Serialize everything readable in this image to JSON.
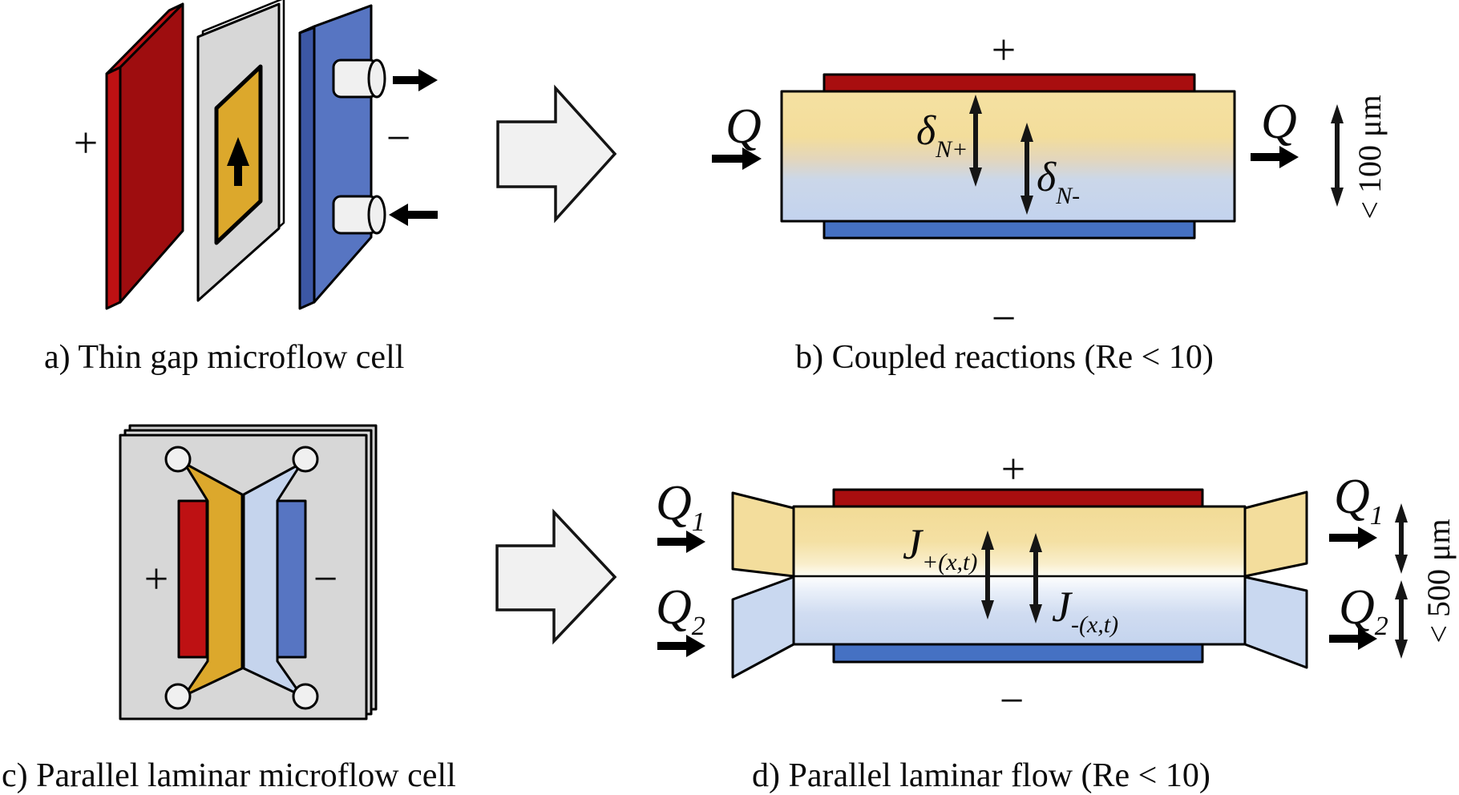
{
  "colors": {
    "red_dark": "#9E0D0F",
    "red_bright": "#BE1113",
    "red_electrode": "#A80E0F",
    "blue_electrode": "#4571C3",
    "blue_plate_front": "#5775C2",
    "blue_plate_side": "#3C57A5",
    "blue_plate_top": "#A3B6E3",
    "gold": "#DCA82C",
    "pale_yellow_wedge": "#F3DD9C",
    "pale_blue_wedge": "#C9D8F0",
    "pale_blue_channel": "#C5D4ED",
    "gray_plate": "#D7D7D7",
    "gray_plate_back1": "#DDDDDD",
    "gray_plate_back2": "#CFCFCF",
    "white_edge": "#FBFBFB",
    "port_white": "#F0F0F0",
    "big_arrow_fill": "#F1F1F1"
  },
  "panel_a": {
    "caption": "a) Thin gap microflow cell",
    "plus": "+",
    "minus": "−"
  },
  "panel_b": {
    "caption": "b) Coupled reactions (Re < 10)",
    "plus": "+",
    "minus": "−",
    "flow_in": "Q",
    "flow_out": "Q",
    "delta_plus": {
      "symbol": "δ",
      "sub": "N+"
    },
    "delta_minus": {
      "symbol": "δ",
      "sub": "N-"
    },
    "gap_label": "< 100 μm"
  },
  "panel_c": {
    "caption": "c) Parallel laminar microflow cell",
    "plus": "+",
    "minus": "−"
  },
  "panel_d": {
    "caption": "d) Parallel laminar flow (Re < 10)",
    "plus": "+",
    "minus": "−",
    "q1": {
      "symbol": "Q",
      "sub": "1"
    },
    "q2": {
      "symbol": "Q",
      "sub": "2"
    },
    "j_plus": {
      "symbol": "J",
      "sub": "+(x,t)"
    },
    "j_minus": {
      "symbol": "J",
      "sub": "-(x,t)"
    },
    "gap_label": "< 500 μm"
  }
}
